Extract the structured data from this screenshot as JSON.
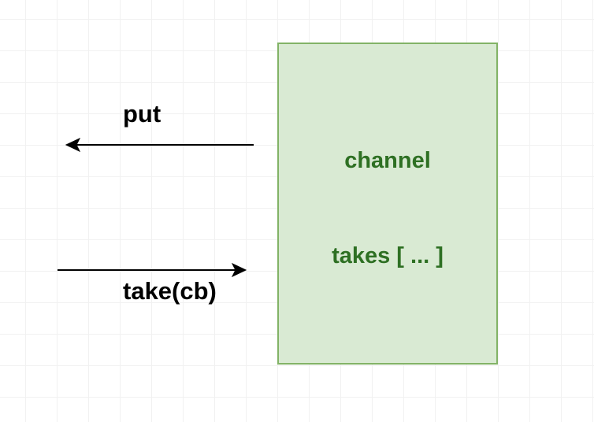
{
  "diagram": {
    "arrows": [
      {
        "id": "put",
        "label": "put",
        "direction": "left"
      },
      {
        "id": "take",
        "label": "take(cb)",
        "direction": "right"
      }
    ],
    "channel": {
      "title": "channel",
      "takes": "takes [ ... ]"
    },
    "colors": {
      "channel_fill": "#d9ead3",
      "channel_border": "#82b366",
      "channel_text": "#2e7023",
      "arrow": "#000000",
      "grid": "#e4e4e4"
    }
  }
}
